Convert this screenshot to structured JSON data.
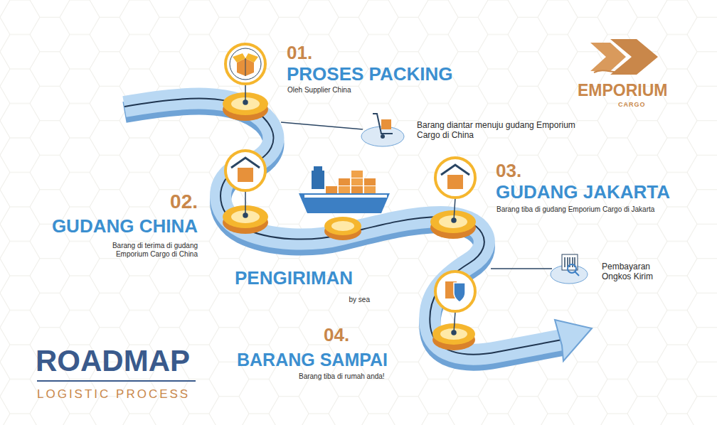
{
  "diagram": {
    "title": "ROADMAP",
    "labels": [
      "01.",
      "PROSES PACKING",
      "Oleh Supplier China",
      "Barang diantar menuju gudang Emporium Cargo di China",
      "02.",
      "GUDANG CHINA",
      "Barang di terima di gudang Emporium Cargo di China",
      "PENGIRIMAN",
      "by sea",
      "03.",
      "GUDANG JAKARTA",
      "Barang tiba di gudang Emporium Cargo di Jakarta",
      "Pembayaran Ongkos Kirim",
      "04.",
      "BARANG SAMPAI",
      "Barang tiba di rumah anda!",
      "EMPORIUM",
      "CARGO",
      "LOGISTIC PROCESS"
    ]
  }
}
